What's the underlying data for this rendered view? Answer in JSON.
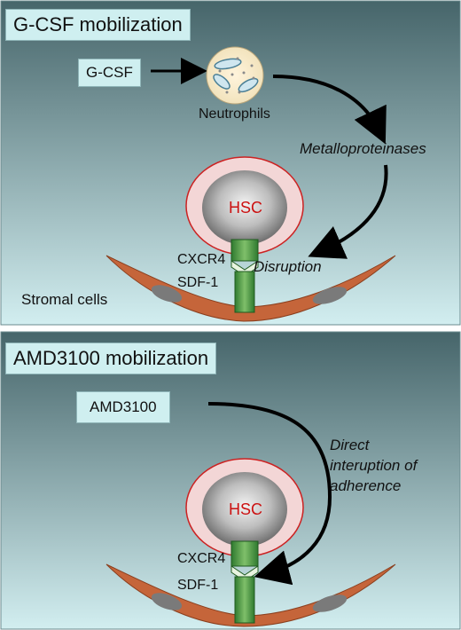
{
  "panel1": {
    "title": "G-CSF mobilization",
    "agent": "G-CSF",
    "neutrophils": "Neutrophils",
    "enzymes": "Metalloproteinases",
    "hsc": "HSC",
    "receptor": "CXCR4",
    "ligand": "SDF-1",
    "effect": "Disruption",
    "stromal": "Stromal cells"
  },
  "panel2": {
    "title": "AMD3100 mobilization",
    "agent": "AMD3100",
    "effect_line1": "Direct",
    "effect_line2": "interuption of",
    "effect_line3": "adherence",
    "hsc": "HSC",
    "receptor": "CXCR4",
    "ligand": "SDF-1"
  },
  "colors": {
    "panel_top": "#46656a",
    "panel_bottom": "#d2eef0",
    "box_fill": "#cfeff0",
    "stroma": "#c5653a",
    "stroma_nucleus": "#7a7a7a",
    "hsc_outline": "#cc2222",
    "hsc_fill": "#f3d6d6",
    "receptor": "#2e7d2e",
    "arrow": "#000000"
  }
}
